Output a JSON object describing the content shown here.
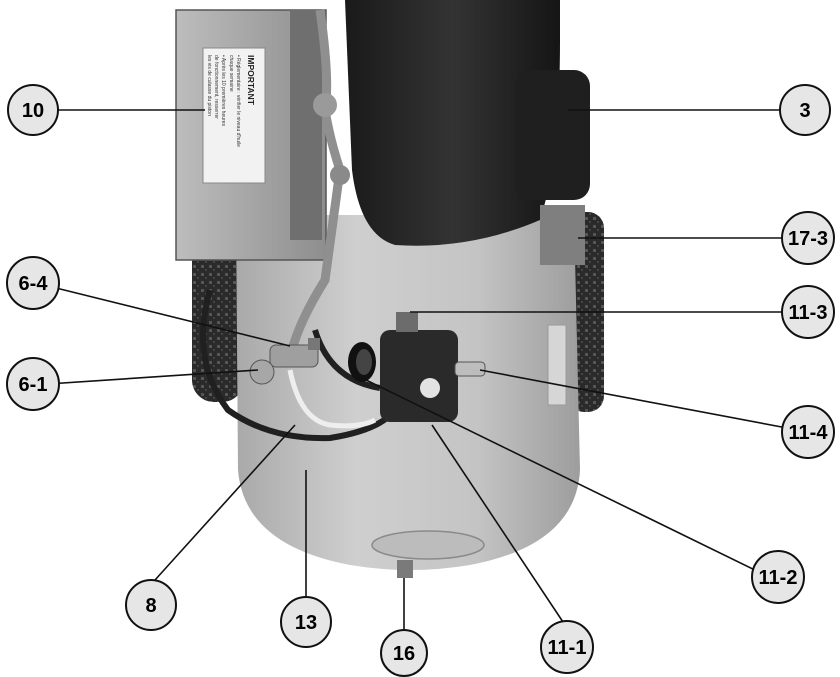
{
  "decal": {
    "heading": "IMPORTANT",
    "lines": [
      "• Réglementaire : vérifier le niveau d'huile",
      "  chaque semaine",
      "• Après les 10 premières heures",
      "  de fonctionnement, resserrer",
      "  les vis de culasse du piston"
    ]
  },
  "callouts": [
    {
      "id": "c10",
      "label": "10"
    },
    {
      "id": "c3",
      "label": "3"
    },
    {
      "id": "c173",
      "label": "17-3"
    },
    {
      "id": "c64",
      "label": "6-4"
    },
    {
      "id": "c113",
      "label": "11-3"
    },
    {
      "id": "c61",
      "label": "6-1"
    },
    {
      "id": "c114",
      "label": "11-4"
    },
    {
      "id": "c112",
      "label": "11-2"
    },
    {
      "id": "c8",
      "label": "8"
    },
    {
      "id": "c13",
      "label": "13"
    },
    {
      "id": "c111",
      "label": "11-1"
    },
    {
      "id": "c16",
      "label": "16"
    }
  ]
}
